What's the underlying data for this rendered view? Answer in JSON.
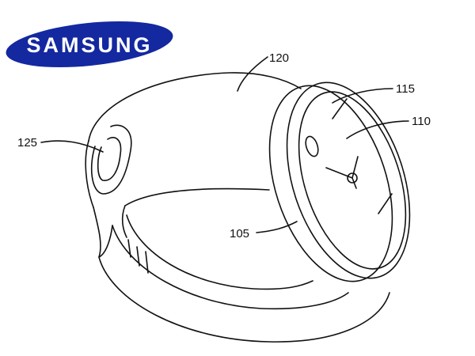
{
  "logo": {
    "text": "SAMSUNG",
    "color": "#1428a0"
  },
  "labels": {
    "band": "120",
    "bezel": "115",
    "face": "110",
    "button": "125",
    "body": "105"
  }
}
